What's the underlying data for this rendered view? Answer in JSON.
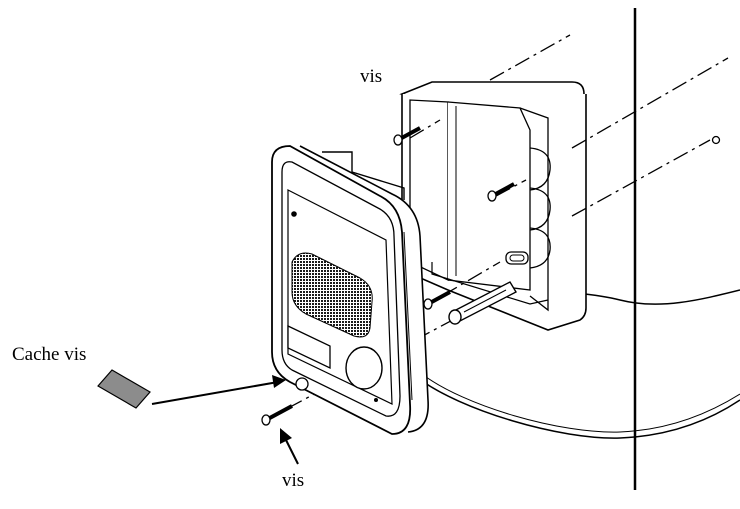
{
  "labels": {
    "vis_top": "vis",
    "cache_vis": "Cache vis",
    "vis_bottom": "vis"
  },
  "colors": {
    "line": "#000000",
    "cover_fill": "#8c8c8c",
    "grille": "#1a1a1a",
    "paper": "#ffffff"
  }
}
